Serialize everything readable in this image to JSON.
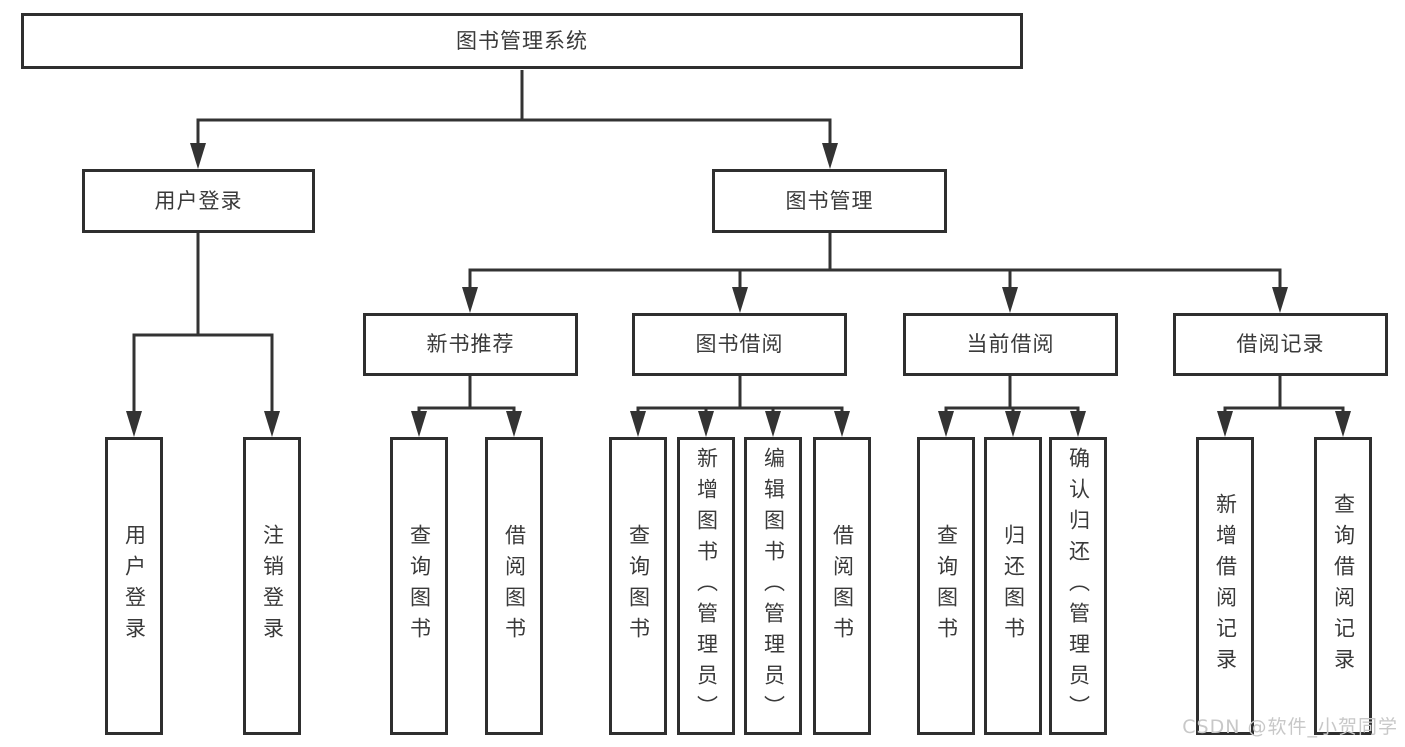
{
  "colors": {
    "line": "#333333",
    "box_border": "#2f2f2f",
    "box_fill": "#ffffff",
    "text": "#3a3a3a",
    "watermark": "#c8c8c8"
  },
  "watermark": {
    "text": "CSDN @软件_小贺同学"
  },
  "tree": {
    "root": {
      "label": "图书管理系统",
      "children": [
        {
          "label": "用户登录",
          "children": [
            {
              "label": "用户登录"
            },
            {
              "label": "注销登录"
            }
          ]
        },
        {
          "label": "图书管理",
          "children": [
            {
              "label": "新书推荐",
              "children": [
                {
                  "label": "查询图书"
                },
                {
                  "label": "借阅图书"
                }
              ]
            },
            {
              "label": "图书借阅",
              "children": [
                {
                  "label": "查询图书"
                },
                {
                  "label": "新增图书（管理员）"
                },
                {
                  "label": "编辑图书（管理员）"
                },
                {
                  "label": "借阅图书"
                }
              ]
            },
            {
              "label": "当前借阅",
              "children": [
                {
                  "label": "查询图书"
                },
                {
                  "label": "归还图书"
                },
                {
                  "label": "确认归还（管理员）"
                }
              ]
            },
            {
              "label": "借阅记录",
              "children": [
                {
                  "label": "新增借阅记录"
                },
                {
                  "label": "查询借阅记录"
                }
              ]
            }
          ]
        }
      ]
    }
  }
}
